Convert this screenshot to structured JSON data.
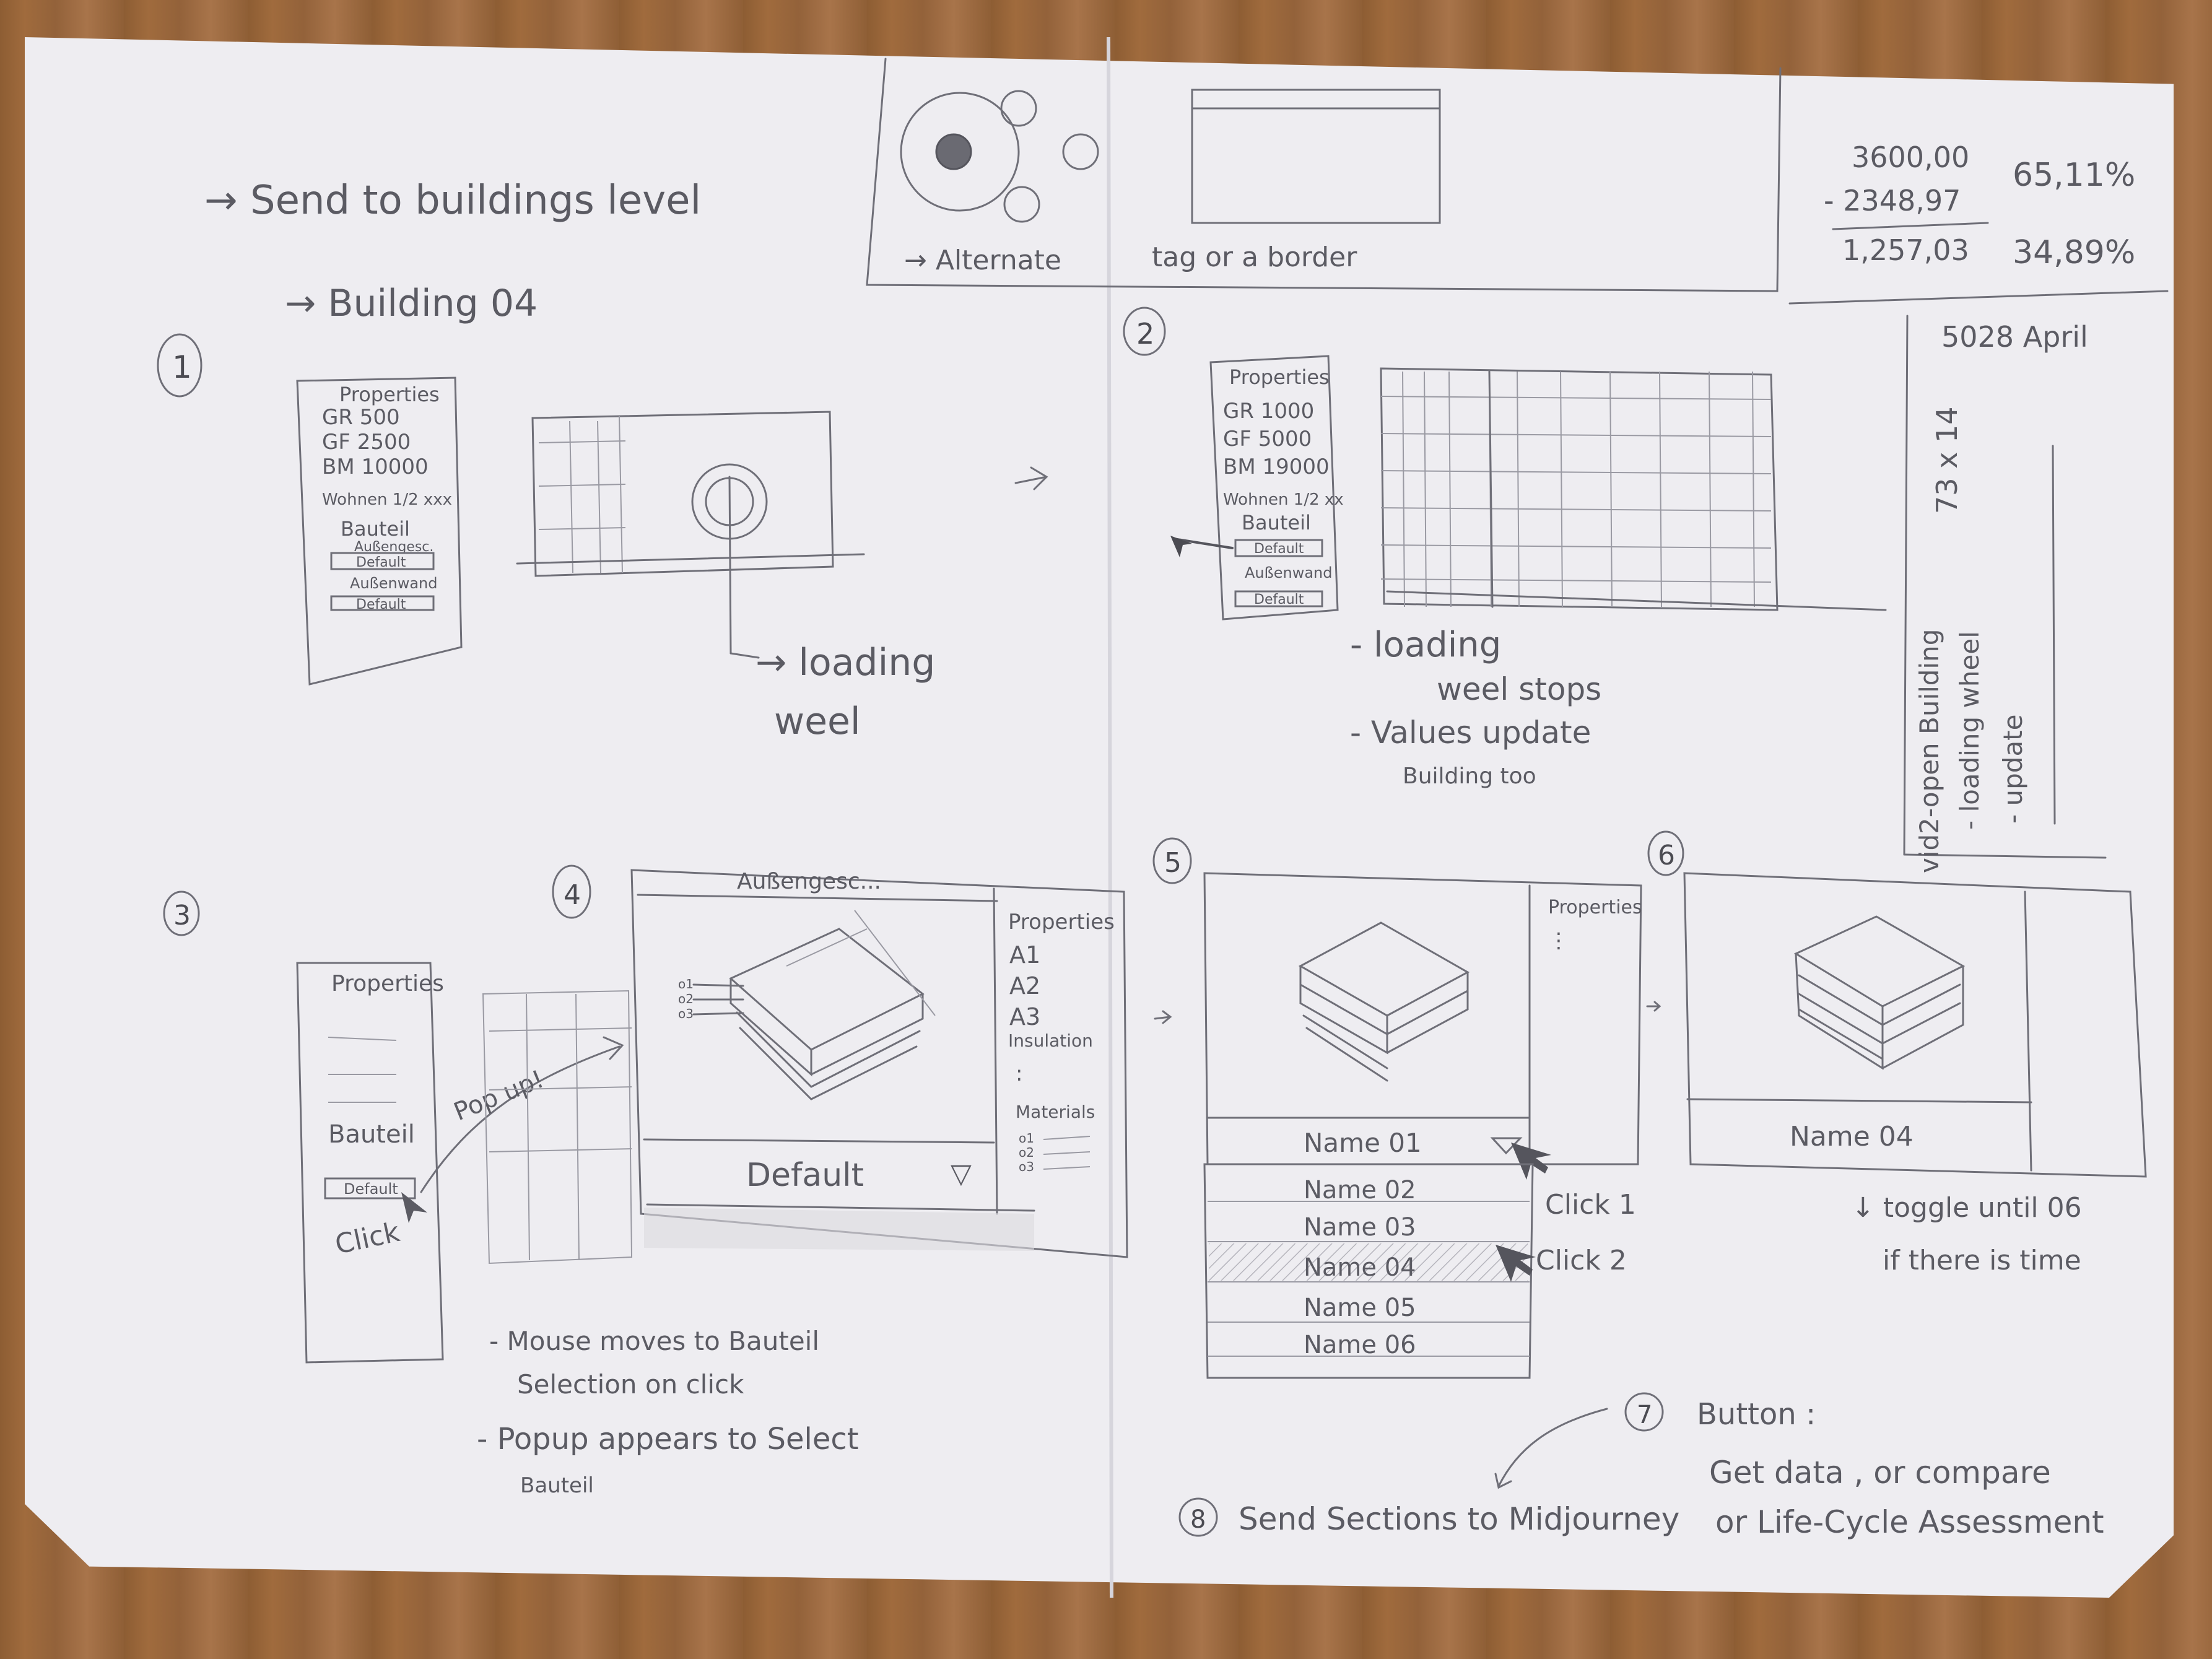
{
  "top_notes": {
    "send_to_level": "→ Send to buildings level",
    "building": "→ Building 04"
  },
  "top_center": {
    "alternate": "→ Alternate",
    "tag_or_border": "tag or a border"
  },
  "calc": {
    "line1": "3600,00",
    "line2": "- 2348,97",
    "line3": "1,257,03",
    "pct1": "65,11%",
    "pct2": "34,89%"
  },
  "side_note": {
    "date": "5028 April",
    "size": "73 x 14",
    "vid2": "vid2-open Building",
    "loading": "- loading wheel",
    "update": "- update"
  },
  "step1": {
    "num": "1",
    "panel": [
      "Properties",
      "GR 500",
      "GF 2500",
      "BM 10000",
      "Wohnen 1/2 xxx",
      "Bauteil"
    ],
    "sub1": "Außengesc.",
    "default1": "Default",
    "sub2": "Außenwand",
    "default2": "Default",
    "caption1": "→ loading",
    "caption2": "weel"
  },
  "step2": {
    "num": "2",
    "panel": [
      "Properties",
      "GR 1000",
      "GF 5000",
      "BM 19000",
      "Wohnen 1/2 xx",
      "Bauteil"
    ],
    "default1": "Default",
    "sub2": "Außenwand",
    "default2": "Default",
    "note1": "- loading",
    "note2": "weel stops",
    "note3": "- Values update",
    "note4": "Building too"
  },
  "step3": {
    "num": "3",
    "panel_title": "Properties",
    "bauteil": "Bauteil",
    "default": "Default",
    "click": "Click",
    "popup": "Pop up!",
    "note1": "- Mouse moves to Bauteil",
    "note2": "Selection on click",
    "note3": "- Popup appears to Select",
    "note4": "Bauteil"
  },
  "step4": {
    "num": "4",
    "header": "Außengesc...",
    "props": [
      "Properties",
      "A1",
      "A2",
      "A3",
      "Insulation",
      ":",
      "Materials"
    ],
    "mats": [
      "o1",
      "o2",
      "o3"
    ],
    "layers": [
      "o1",
      "o2",
      "o3"
    ],
    "dropdown": "Default",
    "arrow": "▽"
  },
  "step5": {
    "num": "5",
    "props": "Properties",
    "selected": "Name 01",
    "options": [
      "Name 02",
      "Name 03",
      "Name 04",
      "Name 05",
      "Name 06"
    ],
    "click1": "Click 1",
    "click2": "Click 2"
  },
  "step6": {
    "num": "6",
    "selected": "Name 04",
    "note1": "↓ toggle until 06",
    "note2": "if there is time"
  },
  "step7": {
    "num": "7",
    "title": "Button :",
    "line1": "Get data , or compare",
    "line2": "or Life-Cycle Assessment"
  },
  "step8": {
    "num": "8",
    "text": "Send Sections to Midjourney"
  }
}
